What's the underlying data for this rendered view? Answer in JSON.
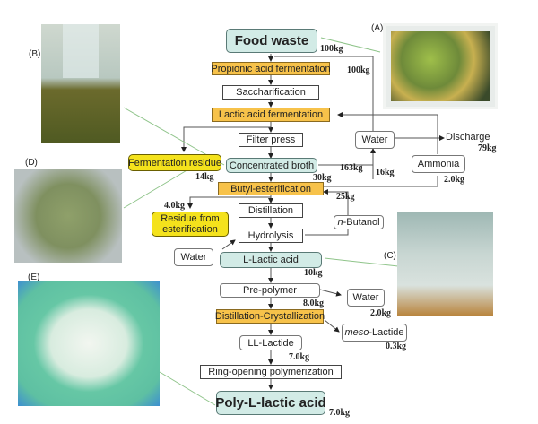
{
  "nodes": {
    "food_waste": "Food waste",
    "propionic": "Propionic acid fermentation",
    "saccharification": "Saccharification",
    "lactic_ferm": "Lactic acid  fermentation",
    "filter_press": "Filter press",
    "ferm_residue": "Fermentation residue",
    "conc_broth": "Concentrated broth",
    "water_top": "Water",
    "discharge": "Discharge",
    "ammonia": "Ammonia",
    "butyl": "Butyl-esterification",
    "residue_ester_1": "Residue from",
    "residue_ester_2": "esterification",
    "distillation": "Distillation",
    "n_prefix": "n",
    "butanol": "-Butanol",
    "hydrolysis": "Hydrolysis",
    "water_left": "Water",
    "l_lactic": "L-Lactic acid",
    "prepolymer": "Pre-polymer",
    "water_right": "Water",
    "dist_cryst": "Distillation-Crystallization",
    "meso_prefix": "meso",
    "meso_suffix": "-Lactide",
    "ll_lactide": "LL-Lactide",
    "ring_opening": "Ring-opening polymerization",
    "pla": "Poly-L-lactic acid"
  },
  "quantities": {
    "food_waste": "100kg",
    "to_water": "100kg",
    "discharge": "79kg",
    "ferm_residue": "14kg",
    "conc_broth_out": "30kg",
    "broth_to_water": "163kg",
    "water_recycle": "16kg",
    "ammonia": "2.0kg",
    "n_butanol": "25kg",
    "residue_ester": "4.0kg",
    "l_lactic": "10kg",
    "prepolymer": "8.0kg",
    "water_right": "2.0kg",
    "meso": "0.3kg",
    "ll_lactide": "7.0kg",
    "pla": "7.0kg"
  },
  "photos": {
    "a": {
      "label": "(A)",
      "subject": "food-waste-tray"
    },
    "b": {
      "label": "(B)",
      "subject": "fermentation-broth-flask"
    },
    "c": {
      "label": "(C)",
      "subject": "lactic-acid-beaker"
    },
    "d": {
      "label": "(D)",
      "subject": "fermentation-residue"
    },
    "e": {
      "label": "(E)",
      "subject": "pla-pellets"
    }
  },
  "colors": {
    "orange_step": "#f7c24a",
    "teal_product": "#d2ebe6",
    "yellow_residue": "#f4e21c",
    "leader_line": "#8fc48a"
  }
}
